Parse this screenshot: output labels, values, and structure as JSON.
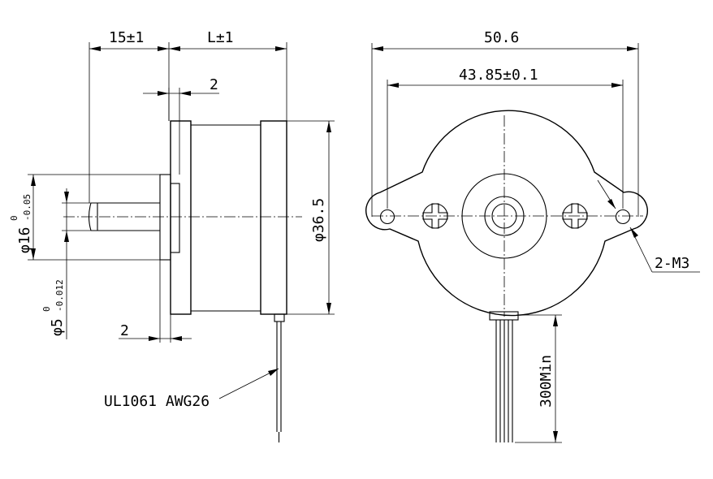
{
  "side_view": {
    "dim_shaft_length": "15±1",
    "dim_body_length": "L±1",
    "dim_flange_top": "2",
    "dim_flange_bottom": "2",
    "dim_body_diameter": "φ36.5",
    "dim_boss_diameter": {
      "symbol": "φ16",
      "tol_upper": "0",
      "tol_lower": "-0.05"
    },
    "dim_shaft_diameter": {
      "symbol": "φ5",
      "tol_upper": "0",
      "tol_lower": "-0.012"
    },
    "lead_wire_label": "UL1061 AWG26"
  },
  "front_view": {
    "dim_overall_width": "50.6",
    "dim_hole_spacing": "43.85±0.1",
    "mount_holes_label": "2-M3",
    "lead_length_label": "300Min"
  }
}
